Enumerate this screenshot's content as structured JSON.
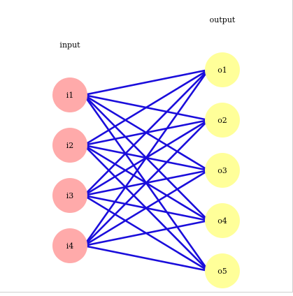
{
  "group_labels": {
    "input": "input",
    "output": "output"
  },
  "input_nodes": [
    {
      "id": "i1",
      "label": "i1"
    },
    {
      "id": "i2",
      "label": "i2"
    },
    {
      "id": "i3",
      "label": "i3"
    },
    {
      "id": "i4",
      "label": "i4"
    }
  ],
  "output_nodes": [
    {
      "id": "o1",
      "label": "o1"
    },
    {
      "id": "o2",
      "label": "o2"
    },
    {
      "id": "o3",
      "label": "o3"
    },
    {
      "id": "o4",
      "label": "o4"
    },
    {
      "id": "o5",
      "label": "o5"
    }
  ],
  "edges": [
    [
      "i1",
      "o1"
    ],
    [
      "i1",
      "o2"
    ],
    [
      "i1",
      "o3"
    ],
    [
      "i1",
      "o4"
    ],
    [
      "i1",
      "o5"
    ],
    [
      "i2",
      "o1"
    ],
    [
      "i2",
      "o2"
    ],
    [
      "i2",
      "o3"
    ],
    [
      "i2",
      "o4"
    ],
    [
      "i2",
      "o5"
    ],
    [
      "i3",
      "o1"
    ],
    [
      "i3",
      "o2"
    ],
    [
      "i3",
      "o3"
    ],
    [
      "i3",
      "o4"
    ],
    [
      "i3",
      "o5"
    ],
    [
      "i4",
      "o1"
    ],
    [
      "i4",
      "o2"
    ],
    [
      "i4",
      "o3"
    ],
    [
      "i4",
      "o4"
    ],
    [
      "i4",
      "o5"
    ]
  ],
  "colors": {
    "input_fill": "#ffaaaa",
    "output_fill": "#ffff99",
    "edge": "#1a0ddb",
    "text": "#000000"
  }
}
